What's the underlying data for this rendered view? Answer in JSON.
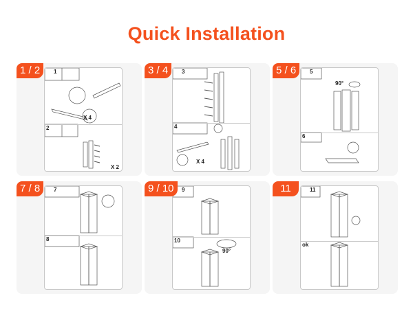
{
  "title": "Quick Installation",
  "accent": "#f4511e",
  "cards": [
    {
      "badge": "1 / 2",
      "steps": [
        "1",
        "2"
      ],
      "notes": [
        "X 4",
        "X 2"
      ]
    },
    {
      "badge": "3 / 4",
      "steps": [
        "3",
        "4"
      ],
      "notes": [
        "X 4"
      ]
    },
    {
      "badge": "5 / 6",
      "steps": [
        "5",
        "6"
      ],
      "notes": [
        "90°"
      ]
    },
    {
      "badge": "7 / 8",
      "steps": [
        "7",
        "8"
      ]
    },
    {
      "badge": "9 / 10",
      "steps": [
        "9",
        "10"
      ],
      "notes": [
        "90°"
      ]
    },
    {
      "badge": "11",
      "steps": [
        "11",
        "ok"
      ]
    }
  ]
}
